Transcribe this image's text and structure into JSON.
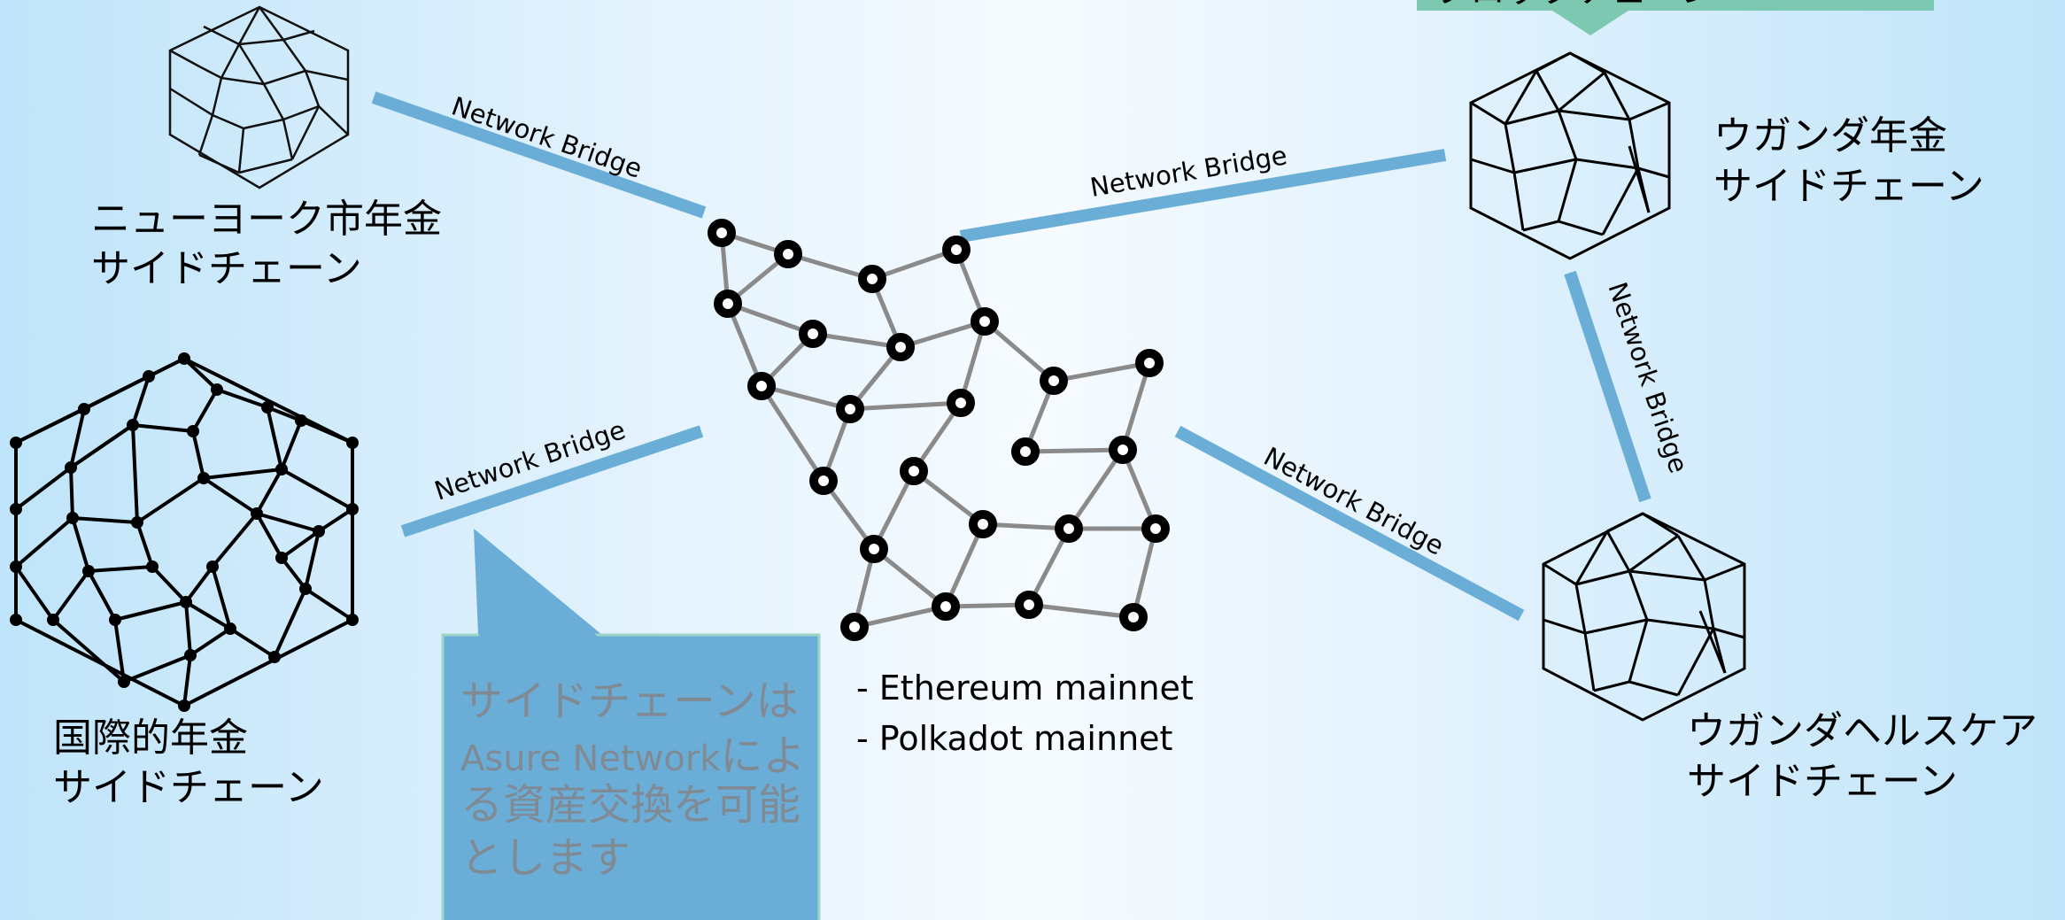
{
  "top_banner": {
    "text": "ブロックチェーン"
  },
  "sidechains": {
    "nyc": {
      "line1": "ニューヨーク市年金",
      "line2": "サイドチェーン"
    },
    "intl": {
      "line1": "国際的年金",
      "line2": "サイドチェーン"
    },
    "uganda_pension": {
      "line1": "ウガンダ年金",
      "line2": "サイドチェーン"
    },
    "uganda_health": {
      "line1": "ウガンダヘルスケア",
      "line2": "サイドチェーン"
    }
  },
  "bridges": {
    "b1": "Network Bridge",
    "b2": "Network Bridge",
    "b3": "Network Bridge",
    "b4": "Network Bridge",
    "b5": "Network Bridge"
  },
  "mainnets": {
    "line1": "- Ethereum mainnet",
    "line2": "- Polkadot mainnet"
  },
  "callout": {
    "line1": "サイドチェーンは",
    "line2a": "Asure Network",
    "line2b": "によ",
    "line3": "る資産交換を可能",
    "line4": "とします"
  },
  "colors": {
    "bridge": "#6aaed8",
    "callout_fill": "#6aaed8",
    "callout_border": "#9fd4c8",
    "banner": "#7dc8b0",
    "node_edge": "#8a8a8a"
  }
}
